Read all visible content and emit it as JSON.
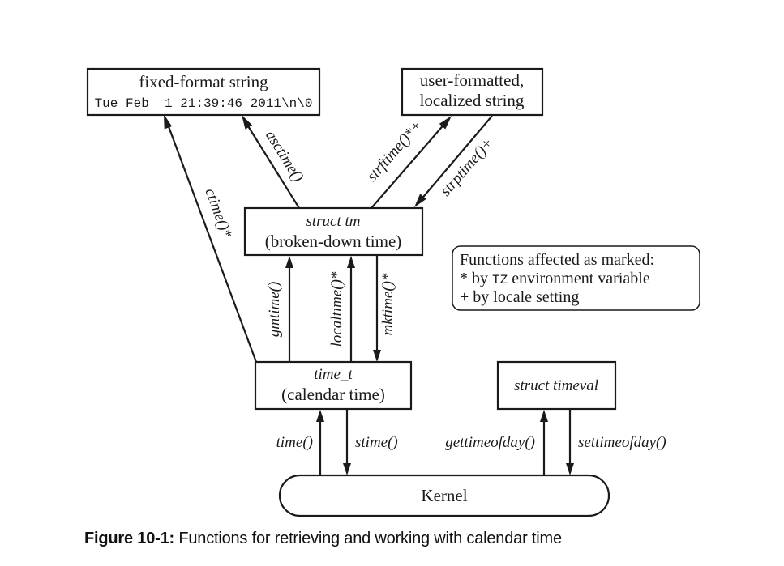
{
  "nodes": {
    "fixed_format": {
      "line1": "fixed-format string",
      "line2": "Tue Feb  1 21:39:46 2011\\n\\0"
    },
    "user_formatted": {
      "line1": "user-formatted,",
      "line2": "localized string"
    },
    "struct_tm": {
      "line1": "struct tm",
      "line2": "(broken-down time)"
    },
    "time_t": {
      "line1": "time_t",
      "line2": "(calendar time)"
    },
    "struct_timeval": {
      "line1": "struct timeval"
    },
    "kernel": {
      "label": "Kernel"
    }
  },
  "edges": {
    "asctime": "asctime()",
    "ctime": "ctime()*",
    "strftime": "strftime()*+",
    "strptime": "strptime()+",
    "gmtime": "gmtime()",
    "localtime": "localtime()*",
    "mktime": "mktime()*",
    "time": "time()",
    "stime": "stime()",
    "gettimeofday": "gettimeofday()",
    "settimeofday": "settimeofday()"
  },
  "legend": {
    "title": "Functions affected as marked:",
    "line1_prefix": "* by ",
    "line1_code": "TZ",
    "line1_suffix": " environment variable",
    "line2": "+ by locale setting"
  },
  "caption": {
    "figure": "Figure 10-1:",
    "text": " Functions for retrieving and working with calendar time"
  }
}
